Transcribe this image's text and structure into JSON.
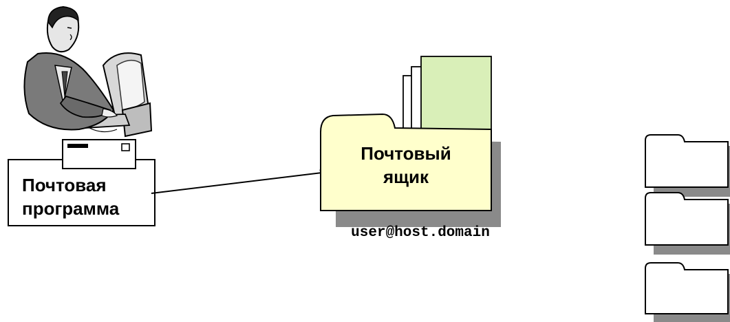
{
  "mail_client": {
    "label_line1": "Почтовая",
    "label_line2": "программа"
  },
  "mailbox": {
    "label_line1": "Почтовый",
    "label_line2": "ящик",
    "address": "user@host.domain"
  },
  "colors": {
    "mailbox_fill": "#ffffcc",
    "papers_fill": "#d9efb8",
    "shadow": "#808080",
    "stroke": "#000000"
  },
  "icons": {
    "user": "user-at-computer-icon",
    "envelope": "envelope-icon",
    "mailbox": "folder-icon",
    "folders": [
      "folder-icon",
      "folder-icon",
      "folder-icon"
    ]
  }
}
